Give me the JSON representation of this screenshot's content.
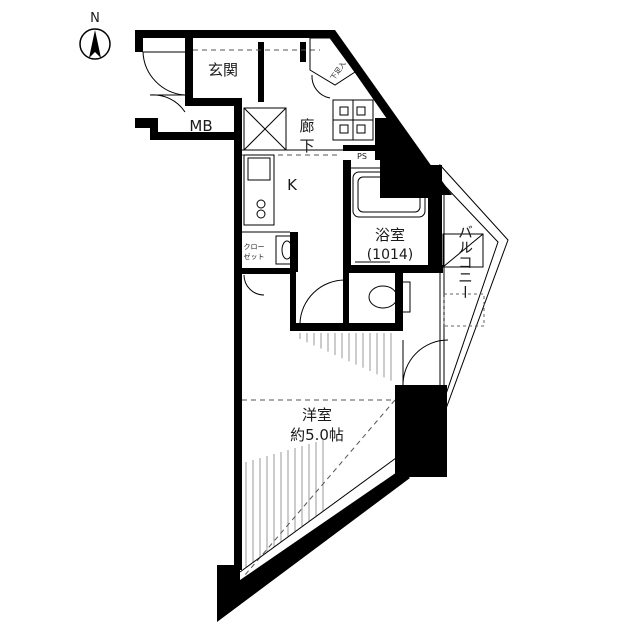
{
  "compass": {
    "north": "N"
  },
  "rooms": {
    "entrance": "玄関",
    "meter_box": "MB",
    "shoe_box": "下足入",
    "hallway_1": "廊",
    "hallway_2": "下",
    "kitchen": "K",
    "pipe_space": "PS",
    "bath_1": "浴室",
    "bath_2": "(1014)",
    "closet_1": "クロー",
    "closet_2": "ゼット",
    "balcony": "バルコニー",
    "western_room_1": "洋室",
    "western_room_2": "約5.0帖"
  }
}
